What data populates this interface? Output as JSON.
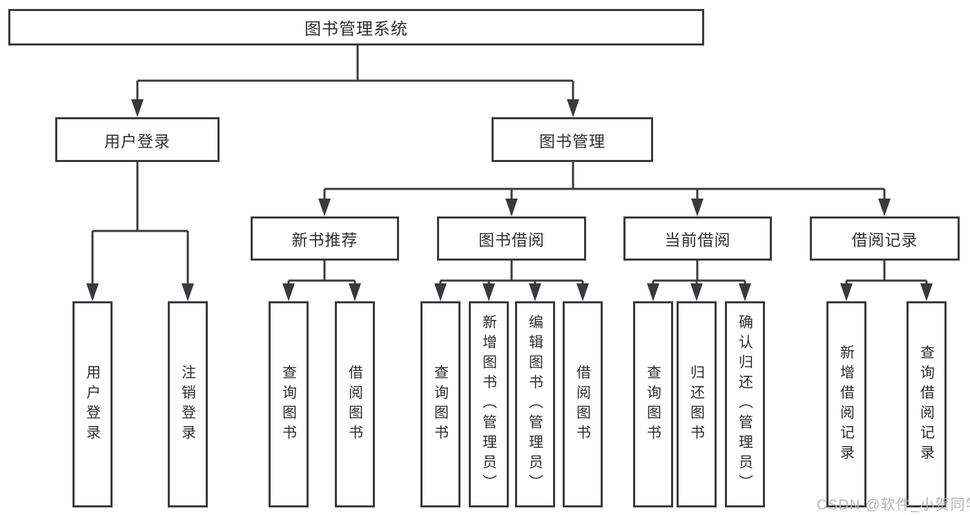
{
  "diagram": {
    "root": {
      "label": "图书管理系统"
    },
    "level2": [
      {
        "label": "用户登录"
      },
      {
        "label": "图书管理"
      }
    ],
    "level3": [
      {
        "label": "新书推荐",
        "parent": "图书管理"
      },
      {
        "label": "图书借阅",
        "parent": "图书管理"
      },
      {
        "label": "当前借阅",
        "parent": "图书管理"
      },
      {
        "label": "借阅记录",
        "parent": "图书管理"
      }
    ],
    "leaves": [
      {
        "label": "用户登录",
        "parent": "用户登录"
      },
      {
        "label": "注销登录",
        "parent": "用户登录"
      },
      {
        "label": "查询图书",
        "parent": "新书推荐"
      },
      {
        "label": "借阅图书",
        "parent": "新书推荐"
      },
      {
        "label": "查询图书",
        "parent": "图书借阅"
      },
      {
        "label": "新增图书（管理员）",
        "parent": "图书借阅"
      },
      {
        "label": "编辑图书（管理员）",
        "parent": "图书借阅"
      },
      {
        "label": "借阅图书",
        "parent": "图书借阅"
      },
      {
        "label": "查询图书",
        "parent": "当前借阅"
      },
      {
        "label": "归还图书",
        "parent": "当前借阅"
      },
      {
        "label": "确认归还（管理员）",
        "parent": "当前借阅"
      },
      {
        "label": "新增借阅记录",
        "parent": "借阅记录"
      },
      {
        "label": "查询借阅记录",
        "parent": "借阅记录"
      }
    ],
    "watermark": "CSDN @软件_小贺同学",
    "colors": {
      "line": "#3a3a3e",
      "text": "#2e2e32",
      "box_fill": "#ffffff",
      "background": "#ffffff",
      "watermark": "#b2b2b2"
    }
  }
}
